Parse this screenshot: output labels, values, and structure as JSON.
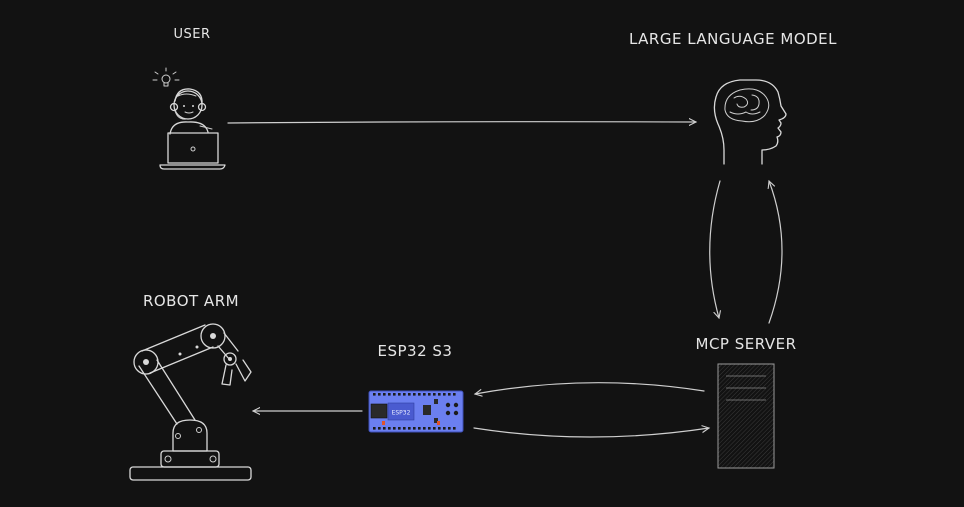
{
  "nodes": {
    "user": {
      "label": "USER"
    },
    "llm": {
      "label": "LARGE LANGUAGE MODEL"
    },
    "robot_arm": {
      "label": "ROBOT ARM"
    },
    "esp32": {
      "label": "ESP32 S3",
      "chip_label": "ESP32"
    },
    "mcp_server": {
      "label": "MCP SERVER"
    }
  },
  "colors": {
    "background": "#121212",
    "stroke": "#d9d9d9",
    "board": "#6b7ff0",
    "board_dark": "#4a5bd0"
  }
}
